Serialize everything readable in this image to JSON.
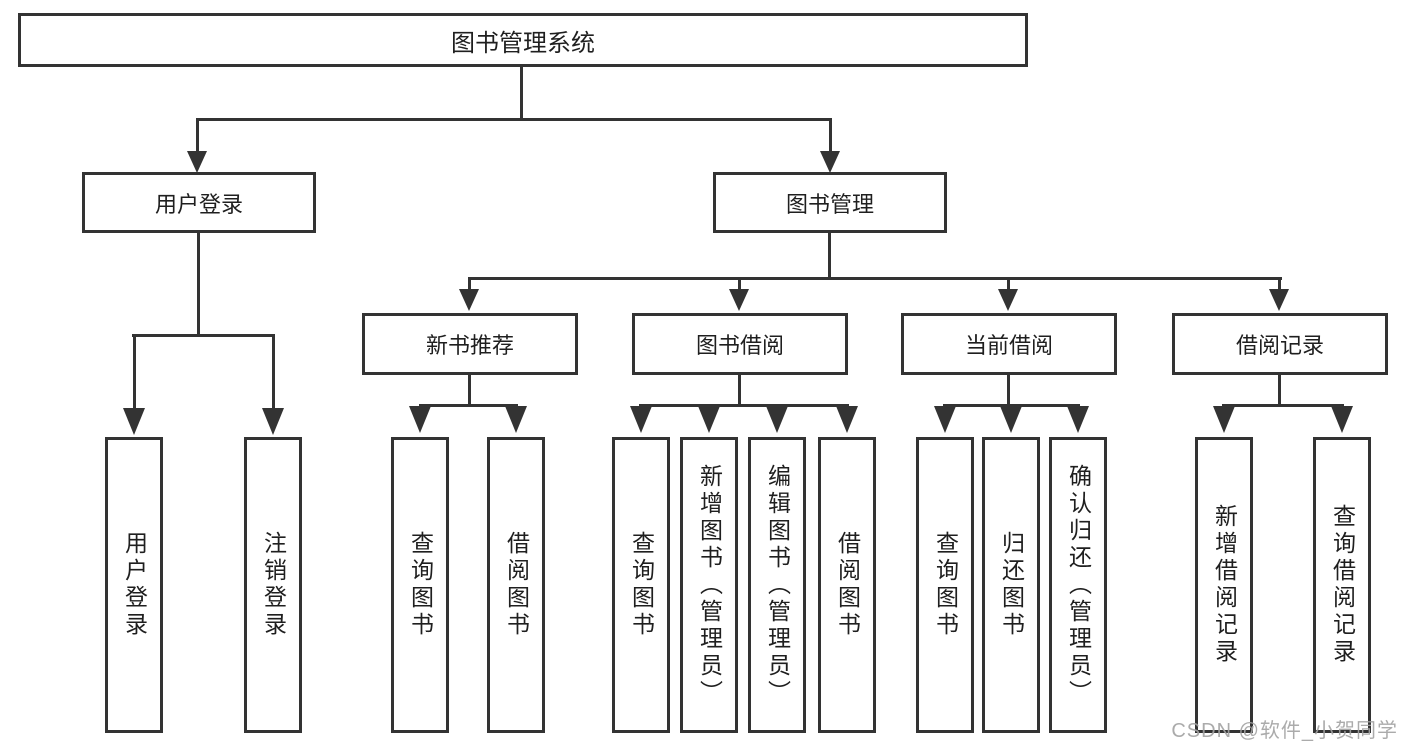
{
  "root": {
    "label": "图书管理系统"
  },
  "branches": [
    {
      "label": "用户登录",
      "children": [
        {
          "label": "用户登录"
        },
        {
          "label": "注销登录"
        }
      ]
    },
    {
      "label": "图书管理",
      "children": [
        {
          "label": "新书推荐",
          "children": [
            {
              "label": "查询图书"
            },
            {
              "label": "借阅图书"
            }
          ]
        },
        {
          "label": "图书借阅",
          "children": [
            {
              "label": "查询图书"
            },
            {
              "label": "新增图书（管理员）"
            },
            {
              "label": "编辑图书（管理员）"
            },
            {
              "label": "借阅图书"
            }
          ]
        },
        {
          "label": "当前借阅",
          "children": [
            {
              "label": "查询图书"
            },
            {
              "label": "归还图书"
            },
            {
              "label": "确认归还（管理员）"
            }
          ]
        },
        {
          "label": "借阅记录",
          "children": [
            {
              "label": "新增借阅记录"
            },
            {
              "label": "查询借阅记录"
            }
          ]
        }
      ]
    }
  ],
  "watermark": {
    "text": "CSDN @软件_小贺同学"
  },
  "colors": {
    "line": "#333333",
    "text": "#1f1f1f",
    "box_fill": "#ffffff",
    "background": "#ffffff",
    "watermark": "#a3a3a3"
  }
}
